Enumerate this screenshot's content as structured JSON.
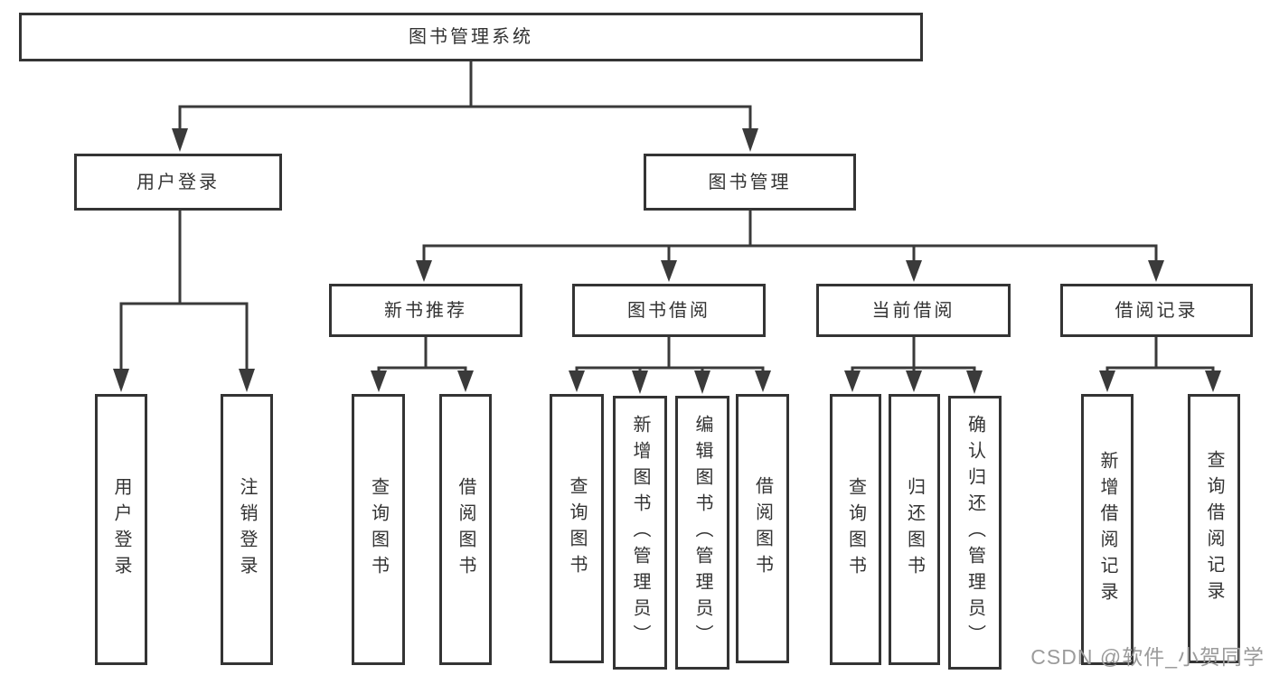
{
  "tree": {
    "root": {
      "label": "图书管理系统"
    },
    "branches": [
      {
        "label": "用户登录",
        "children": [
          {
            "label": "用户登录"
          },
          {
            "label": "注销登录"
          }
        ]
      },
      {
        "label": "图书管理",
        "children": [
          {
            "label": "新书推荐",
            "children": [
              {
                "label": "查询图书"
              },
              {
                "label": "借阅图书"
              }
            ]
          },
          {
            "label": "图书借阅",
            "children": [
              {
                "label": "查询图书"
              },
              {
                "label": "新增图书（管理员）"
              },
              {
                "label": "编辑图书（管理员）"
              },
              {
                "label": "借阅图书"
              }
            ]
          },
          {
            "label": "当前借阅",
            "children": [
              {
                "label": "查询图书"
              },
              {
                "label": "归还图书"
              },
              {
                "label": "确认归还（管理员）"
              }
            ]
          },
          {
            "label": "借阅记录",
            "children": [
              {
                "label": "新增借阅记录"
              },
              {
                "label": "查询借阅记录"
              }
            ]
          }
        ]
      }
    ]
  },
  "watermark": {
    "text": "CSDN @软件_小贺同学"
  },
  "colors": {
    "line": "#3a3a3a",
    "border": "#343434",
    "text": "#333333",
    "watermark": "#9b9b9b",
    "background": "#ffffff"
  }
}
